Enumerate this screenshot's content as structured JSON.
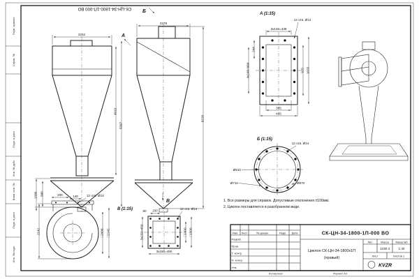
{
  "sheet": {
    "designation_rotated": "СК-ЦН-34-1800-1П-000 ВО",
    "copied_label": "Копировал",
    "format_label": "Формат А3"
  },
  "stamp_side": {
    "labels": [
      "Перв. примен.",
      "Справ. №",
      "Подп. и дата",
      "Инв. № дубл.",
      "Взам. инв. №",
      "Подп. и дата",
      "Инв. № подл."
    ]
  },
  "notes": {
    "line1": "1. Все размеры для справок. Допустимые отклонения ±100мм.",
    "line2": "2. Циклон поставляется в разобранном виде."
  },
  "front_view": {
    "arrow_label": "А",
    "dim_width": "2252",
    "dim_h1": "4910",
    "dim_h2": "5397",
    "dim_b1": "1338",
    "dim_b2": "895"
  },
  "side_view": {
    "label_top": "Б",
    "label_bottom": "В",
    "dim_width": "2379",
    "dim_height": "6220"
  },
  "view_a": {
    "title": "А (1:15)",
    "dim_top": "3х146=438",
    "holes": "14 отв. Ø14",
    "dim_left1": "244",
    "dim_left2": "4х246=984",
    "dim_right1": "925",
    "dim_right2": "1025",
    "dim_bottom1": "385",
    "dim_bottom2": "485"
  },
  "view_b": {
    "title": "Б (1:15)",
    "holes": "12 отв. Ø14",
    "d_inner": "Ø610",
    "d_outer": "Ø710",
    "d_bolt": "Ø670"
  },
  "view_v": {
    "title": "В (1:15)",
    "holes": "12 отв. Ø14",
    "dim_left": "3х150=450",
    "dim_bottom": "3х150=450",
    "dim_150": "150",
    "dim_50": "50",
    "sq1": "□1400",
    "sq2": "□1500"
  },
  "scroll_view": {
    "dim_200": "200",
    "dim_140": "140",
    "holes": "12 отв. Ø18",
    "dim_height": "2142",
    "sq1": "□2006",
    "sq2": "□2142"
  },
  "title_block": {
    "designation": "СК-ЦН-34-1800-1П-000 ВО",
    "name": "Циклон СК-ЦН-34-1800х1П",
    "name2": "(правый)",
    "header": [
      "Изм.",
      "Лист",
      "№ докум.",
      "Подп.",
      "Дата"
    ],
    "rows": [
      "Разраб.",
      "Пров.",
      "Т. контр.",
      "Н. контр.",
      "Утв."
    ],
    "lit_label": "Лит.",
    "mass_label": "Масса",
    "scale_label": "Масштаб",
    "mass": "1230.4",
    "scale": "1:40",
    "sheet_label": "Лист",
    "sheets_label": "Листов 1",
    "logo": "KVZR"
  }
}
